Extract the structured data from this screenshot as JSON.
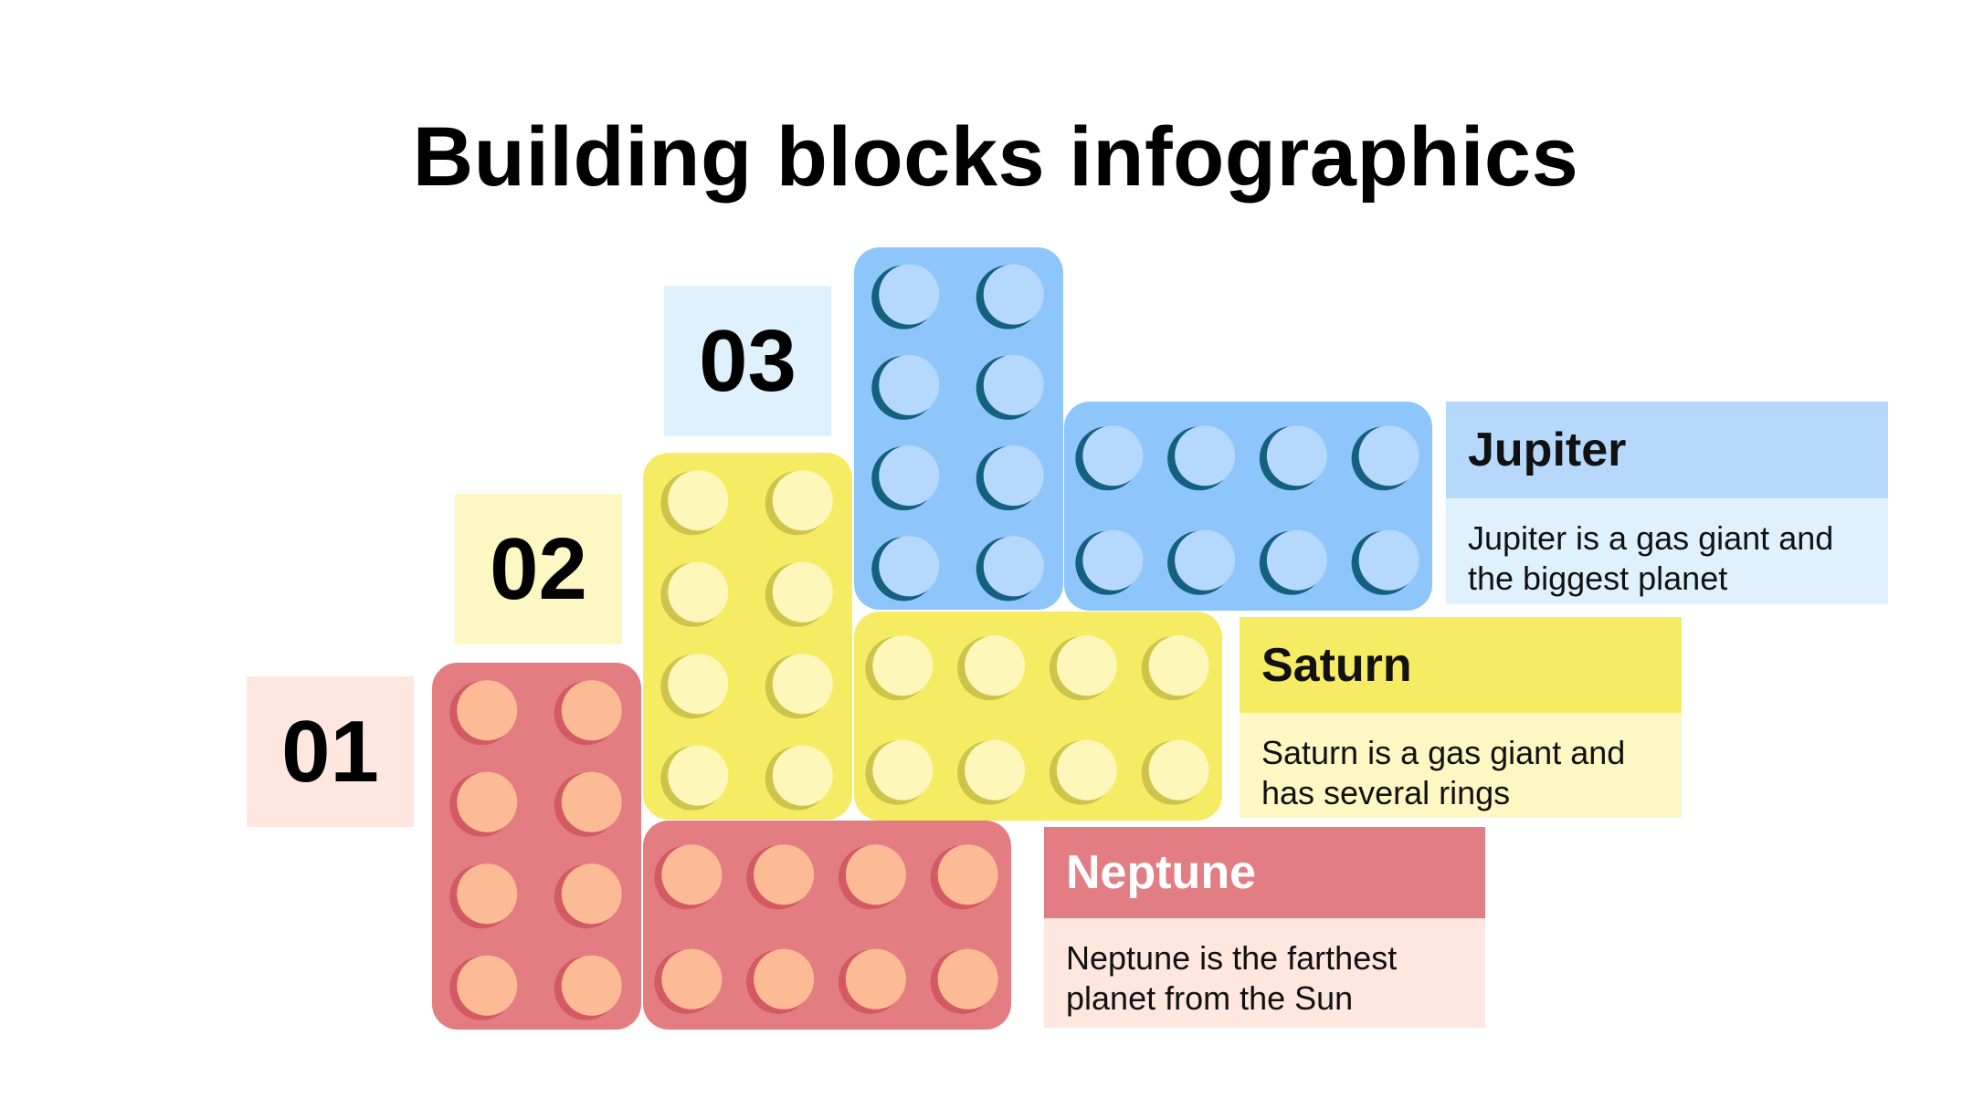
{
  "title": "Building blocks infographics",
  "steps": [
    {
      "number": "01",
      "color": "#fde7df"
    },
    {
      "number": "02",
      "color": "#fdf7c3"
    },
    {
      "number": "03",
      "color": "#dff1fc"
    }
  ],
  "planets": [
    {
      "name": "Jupiter",
      "description": "Jupiter is a gas giant and the biggest planet",
      "head_color": "#b5d8fb",
      "body_color": "#dff1fc",
      "text_color": "#111111"
    },
    {
      "name": "Saturn",
      "description": "Saturn is a gas giant and has several rings",
      "head_color": "#f6ec64",
      "body_color": "#fdf7c3",
      "text_color": "#111111"
    },
    {
      "name": "Neptune",
      "description": "Neptune is the farthest planet from the Sun",
      "head_color": "#e27d83",
      "body_color": "#fde7df",
      "text_color": "#ffffff"
    }
  ],
  "palette": {
    "red": {
      "brick": "#e47d82",
      "stud": "#fdbb95",
      "shade": "#d35a63"
    },
    "yellow": {
      "brick": "#f6ec64",
      "stud": "#fdf7b9",
      "shade": "#cfc44b"
    },
    "blue": {
      "brick": "#8ec6fb",
      "stud": "#b6d8fc",
      "shade": "#14607f"
    }
  }
}
